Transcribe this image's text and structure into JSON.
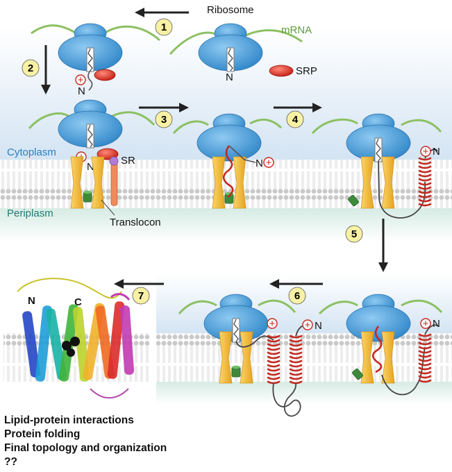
{
  "labels": {
    "ribosome": "Ribosome",
    "mrna": "mRNA",
    "srp": "SRP",
    "sr": "SR",
    "cytoplasm": "Cytoplasm",
    "periplasm": "Periplasm",
    "translocon": "Translocon",
    "n_terminus": "N",
    "c_terminus": "C",
    "plus_sign": "+"
  },
  "steps": [
    "1",
    "2",
    "3",
    "4",
    "5",
    "6",
    "7"
  ],
  "notes": [
    "Lipid-protein interactions",
    "Protein folding",
    "Final topology and organization",
    "??"
  ],
  "colors": {
    "ribosome": "#3e9ad6",
    "mrna": "#8cc063",
    "srp": "#dd2a1f",
    "translocon": "#f2b931",
    "helix": "#c4281f",
    "plug": "#3e8a3c",
    "cytoplasm_label": "#2a7fbf",
    "periplasm_label": "#1f7d74",
    "step_badge": "#f8f1a4"
  }
}
